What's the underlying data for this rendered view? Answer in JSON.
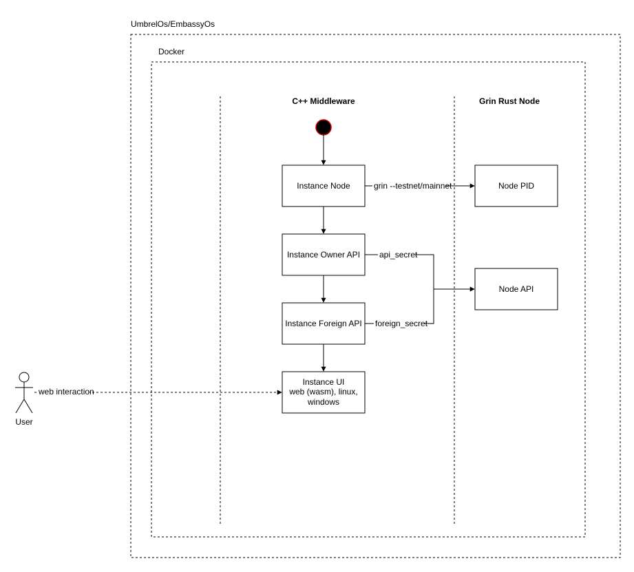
{
  "containers": {
    "outer": "UmbrelOs/EmbassyOs",
    "inner": "Docker"
  },
  "lanes": {
    "middleware": "C++ Middleware",
    "rust_node": "Grin Rust Node"
  },
  "nodes": {
    "instance_node": "Instance Node",
    "instance_owner_api": "Instance Owner API",
    "instance_foreign_api": "Instance Foreign API",
    "instance_ui": [
      "Instance UI",
      "web (wasm), linux,",
      "windows"
    ],
    "node_pid": "Node PID",
    "node_api": "Node API"
  },
  "edges": {
    "grin_cmd": "grin --testnet/mainnet",
    "api_secret": "api_secret",
    "foreign_secret": "foreign_secret",
    "web_interaction": "web interaction"
  },
  "actor": {
    "label": "User"
  },
  "colors": {
    "start_fill": "#000000",
    "start_stroke": "#cc0000"
  }
}
